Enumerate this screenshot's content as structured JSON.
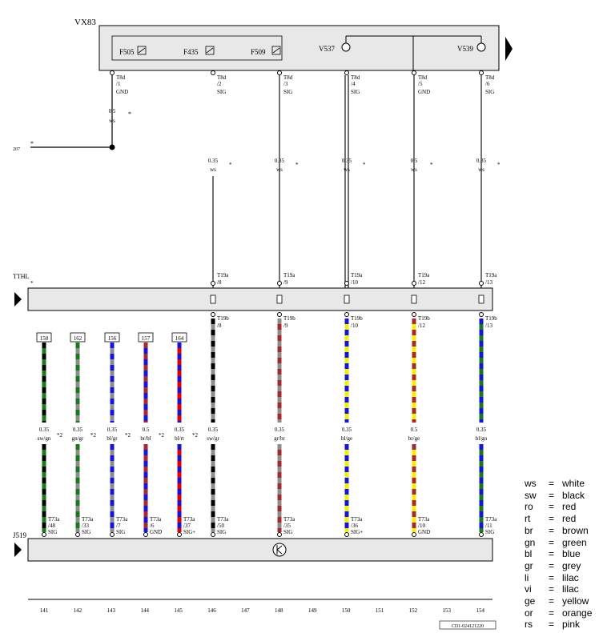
{
  "module": {
    "name": "VX83",
    "components": [
      "F505",
      "F435",
      "F509",
      "V537",
      "V539"
    ]
  },
  "ground_ref": "207",
  "connector_top": "T8d",
  "top_pins": [
    {
      "pin": "/1",
      "type": "GND"
    },
    {
      "pin": "/2",
      "type": "SIG"
    },
    {
      "pin": "/3",
      "type": "SIG"
    },
    {
      "pin": "/4",
      "type": "SIG"
    },
    {
      "pin": "/5",
      "type": "GND"
    },
    {
      "pin": "/6",
      "type": "SIG"
    }
  ],
  "upper_wires": [
    {
      "size": "0.5",
      "color": "ws"
    },
    {
      "size": "0.35",
      "color": "ws"
    },
    {
      "size": "0.35",
      "color": "ws"
    },
    {
      "size": "0.35",
      "color": "ws"
    },
    {
      "size": "0.5",
      "color": "ws"
    },
    {
      "size": "0.35",
      "color": "ws"
    }
  ],
  "tthl": {
    "label": "TTHL",
    "conn_in": "T19a",
    "conn_out": "T19b",
    "pins": [
      {
        "in": "/8",
        "out": "/8"
      },
      {
        "in": "/9",
        "out": "/9"
      },
      {
        "in": "/10",
        "out": "/10"
      },
      {
        "in": "/12",
        "out": "/12"
      },
      {
        "in": "/13",
        "out": "/13"
      }
    ]
  },
  "refs": [
    "158",
    "162",
    "156",
    "157",
    "164"
  ],
  "lower_wires": [
    {
      "size": "0.35",
      "color": "sw/gn"
    },
    {
      "size": "0.35",
      "color": "gn/gr"
    },
    {
      "size": "0.35",
      "color": "bl/gr"
    },
    {
      "size": "0.5",
      "color": "br/bl"
    },
    {
      "size": "0.35",
      "color": "bl/rt"
    },
    {
      "size": "0.35",
      "color": "sw/gr"
    },
    {
      "size": "0.35",
      "color": "gr/br"
    },
    {
      "size": "0.35",
      "color": "bl/ge"
    },
    {
      "size": "0.5",
      "color": "br/ge"
    },
    {
      "size": "0.35",
      "color": "bl/gn"
    }
  ],
  "star_note": "*2",
  "j519": {
    "label": "J519",
    "conn": "T73a",
    "pins": [
      {
        "pin": "/48",
        "type": "SIG"
      },
      {
        "pin": "/33",
        "type": "SIG"
      },
      {
        "pin": "/7",
        "type": "SIG"
      },
      {
        "pin": "/6",
        "type": "GND"
      },
      {
        "pin": "/37",
        "type": "SIG+"
      },
      {
        "pin": "/50",
        "type": "SIG"
      },
      {
        "pin": "/35",
        "type": "SIG"
      },
      {
        "pin": "/36",
        "type": "SIG+"
      },
      {
        "pin": "/10",
        "type": "GND"
      },
      {
        "pin": "/11",
        "type": "SIG"
      }
    ]
  },
  "columns": [
    "141",
    "142",
    "143",
    "144",
    "145",
    "146",
    "147",
    "148",
    "149",
    "150",
    "151",
    "152",
    "153",
    "154"
  ],
  "doc_id": "CD1-024121220",
  "legend": [
    {
      "code": "ws",
      "name": "white"
    },
    {
      "code": "sw",
      "name": "black"
    },
    {
      "code": "ro",
      "name": "red"
    },
    {
      "code": "rt",
      "name": "red"
    },
    {
      "code": "br",
      "name": "brown"
    },
    {
      "code": "gn",
      "name": "green"
    },
    {
      "code": "bl",
      "name": "blue"
    },
    {
      "code": "gr",
      "name": "grey"
    },
    {
      "code": "li",
      "name": "lilac"
    },
    {
      "code": "vi",
      "name": "lilac"
    },
    {
      "code": "ge",
      "name": "yellow"
    },
    {
      "code": "or",
      "name": "orange"
    },
    {
      "code": "rs",
      "name": "pink"
    }
  ],
  "wire_colors": {
    "sw": "#000000",
    "gn": "#1a7a1a",
    "gr": "#8c8c8c",
    "bl": "#1515e0",
    "br": "#a52a2a",
    "rt": "#e00000",
    "ge": "#f0f000",
    "ws": "#ffffff"
  },
  "panel_color": "#e8e8e8"
}
